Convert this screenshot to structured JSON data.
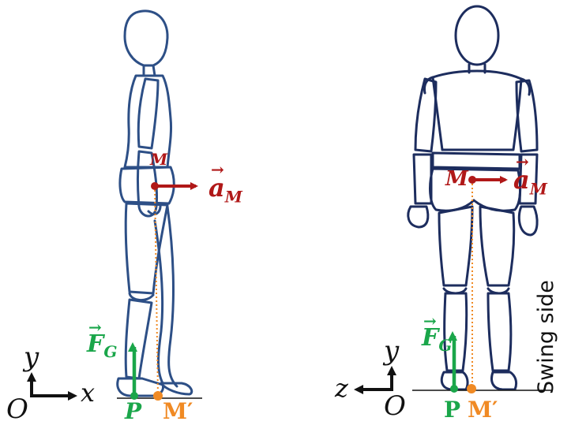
{
  "colors": {
    "body_outline_side": "#2d4f86",
    "body_outline_front": "#1d2d5e",
    "acceleration": "#b01818",
    "force": "#1aa64a",
    "projection": "#f08a24",
    "axes": "#111111"
  },
  "left_view": {
    "axis_y": "y",
    "axis_x": "x",
    "origin": "O",
    "com_label": "M",
    "accel_label": "a",
    "accel_sub": "M",
    "force_label": "F",
    "force_sub": "G",
    "contact_point": "P",
    "projection_label": "M′"
  },
  "right_view": {
    "axis_y": "y",
    "axis_z": "z",
    "origin": "O",
    "com_label": "M",
    "accel_label": "a",
    "accel_sub": "M",
    "force_label": "F",
    "force_sub": "G",
    "contact_point": "P",
    "projection_label": "M′",
    "side_label": "Swing side"
  }
}
